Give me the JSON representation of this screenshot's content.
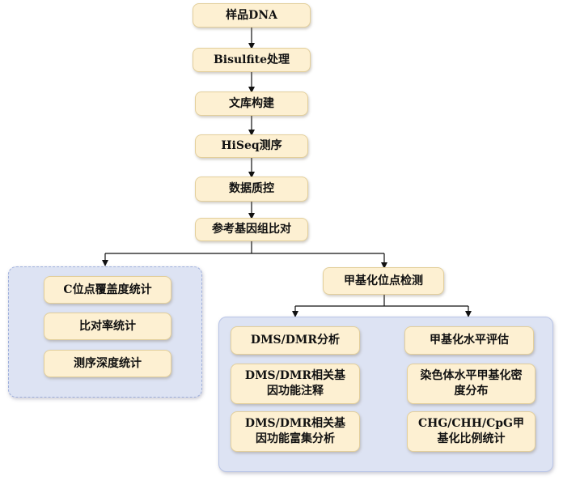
{
  "main_flow": {
    "sample_dna": "样品DNA",
    "bisulfite": "Bisulfite处理",
    "library": "文库构建",
    "hiseq": "HiSeq测序",
    "qc": "数据质控",
    "alignment": "参考基因组比对"
  },
  "left_branch": {
    "c_site_coverage": "C位点覆盖度统计",
    "alignment_rate": "比对率统计",
    "depth": "测序深度统计"
  },
  "right_branch": {
    "methyl_site": "甲基化位点检测",
    "dms_dmr": "DMS/DMR分析",
    "dms_dmr_annotation": "DMS/DMR相关基因功能注释",
    "dms_dmr_enrichment": "DMS/DMR相关基因功能富集分析",
    "methyl_level": "甲基化水平评估",
    "chromosome_density": "染色体水平甲基化密度分布",
    "context_ratio": "CHG/CHH/CpG甲基化比例统计"
  }
}
